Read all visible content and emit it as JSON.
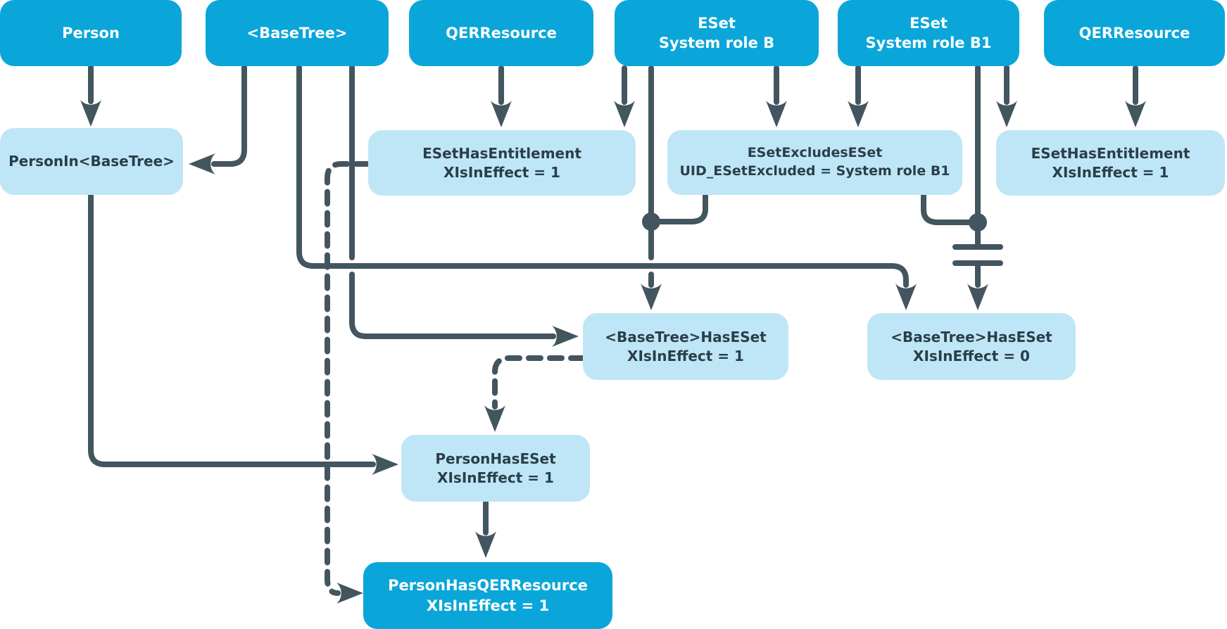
{
  "diagram": {
    "description": "Inheritance diagram with excluded system roles",
    "colors": {
      "node_dark_fill": "#0aa6da",
      "node_light_fill": "#bfe6f6",
      "connector": "#43555f",
      "text_on_dark": "#ffffff",
      "text_on_light": "#2a3e49",
      "background": "#ffffff"
    },
    "nodes": {
      "person": {
        "line1": "Person",
        "line2": ""
      },
      "basetree": {
        "line1": "<BaseTree>",
        "line2": ""
      },
      "qerresource1": {
        "line1": "QERResource",
        "line2": ""
      },
      "eset_b": {
        "line1": "ESet",
        "line2": "System role B"
      },
      "eset_b1": {
        "line1": "ESet",
        "line2": "System role B1"
      },
      "qerresource2": {
        "line1": "QERResource",
        "line2": ""
      },
      "person_in": {
        "line1": "PersonIn<BaseTree>",
        "line2": ""
      },
      "eset_has_ent1": {
        "line1": "ESetHasEntitlement",
        "line2": "XIsInEffect = 1"
      },
      "eset_excludes": {
        "line1": "ESetExcludesESet",
        "line2": "UID_ESetExcluded = System role B1"
      },
      "eset_has_ent2": {
        "line1": "ESetHasEntitlement",
        "line2": "XIsInEffect = 1"
      },
      "bt_has_eset1": {
        "line1": "<BaseTree>HasESet",
        "line2": "XIsInEffect = 1"
      },
      "bt_has_eset0": {
        "line1": "<BaseTree>HasESet",
        "line2": "XIsInEffect = 0"
      },
      "person_has_eset": {
        "line1": "PersonHasESet",
        "line2": "XIsInEffect = 1"
      },
      "person_has_qer": {
        "line1": "PersonHasQERResource",
        "line2": "XIsInEffect = 1"
      }
    },
    "symbols": {
      "junction_dot": "filled circle = connection point",
      "blocked_connector": "capacitor-style double bar = inheritance blocked"
    }
  }
}
